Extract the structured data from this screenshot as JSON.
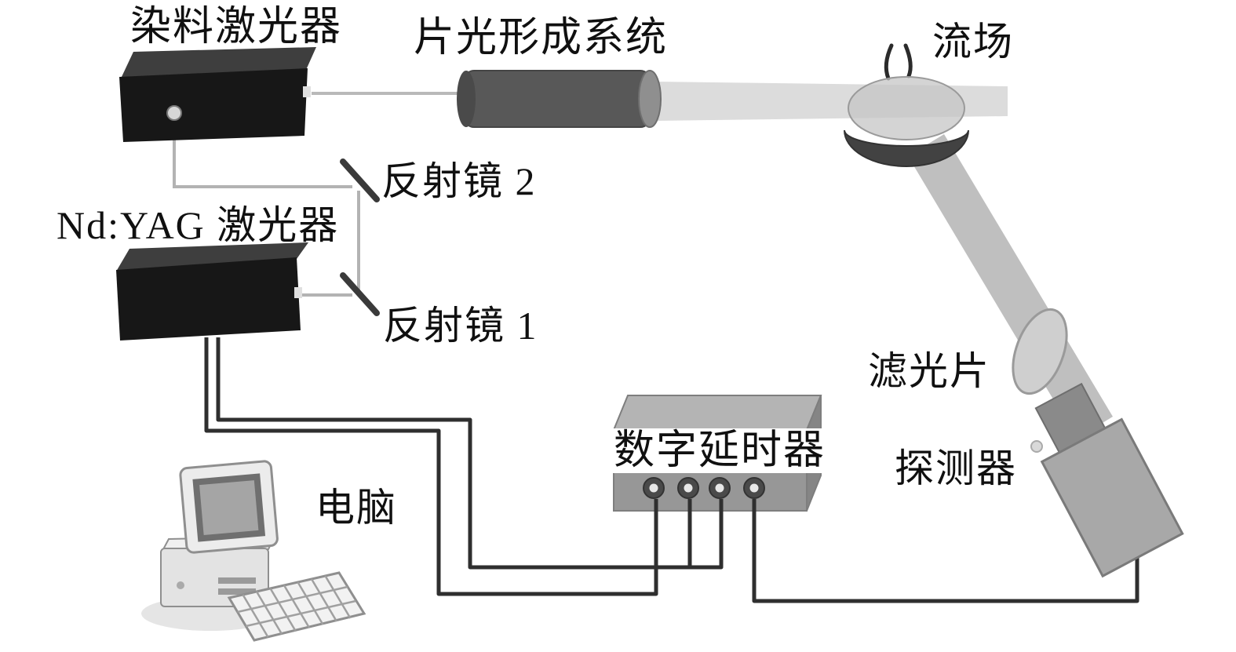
{
  "diagram": {
    "labels": {
      "dye_laser": "染料激光器",
      "sheet_optics": "片光形成系统",
      "flow_field": "流场",
      "mirror2": "反射镜 2",
      "nd_yag_laser": "Nd:YAG 激光器",
      "mirror1": "反射镜 1",
      "filter": "滤光片",
      "delay_generator": "数字延时器",
      "detector": "探测器",
      "computer": "电脑"
    },
    "colors": {
      "laser_box_front": "#171717",
      "laser_box_top": "#3e3e3e",
      "cylinder_body": "#585858",
      "laser_sheet_beam": "#dcdcdc",
      "fluorescence_beam": "#b8b8b8",
      "pump_beam_line": "#b3b3b3",
      "instrument_front": "#979797",
      "wire": "#2f2f2f",
      "text": "#101010",
      "background": "#ffffff"
    }
  }
}
